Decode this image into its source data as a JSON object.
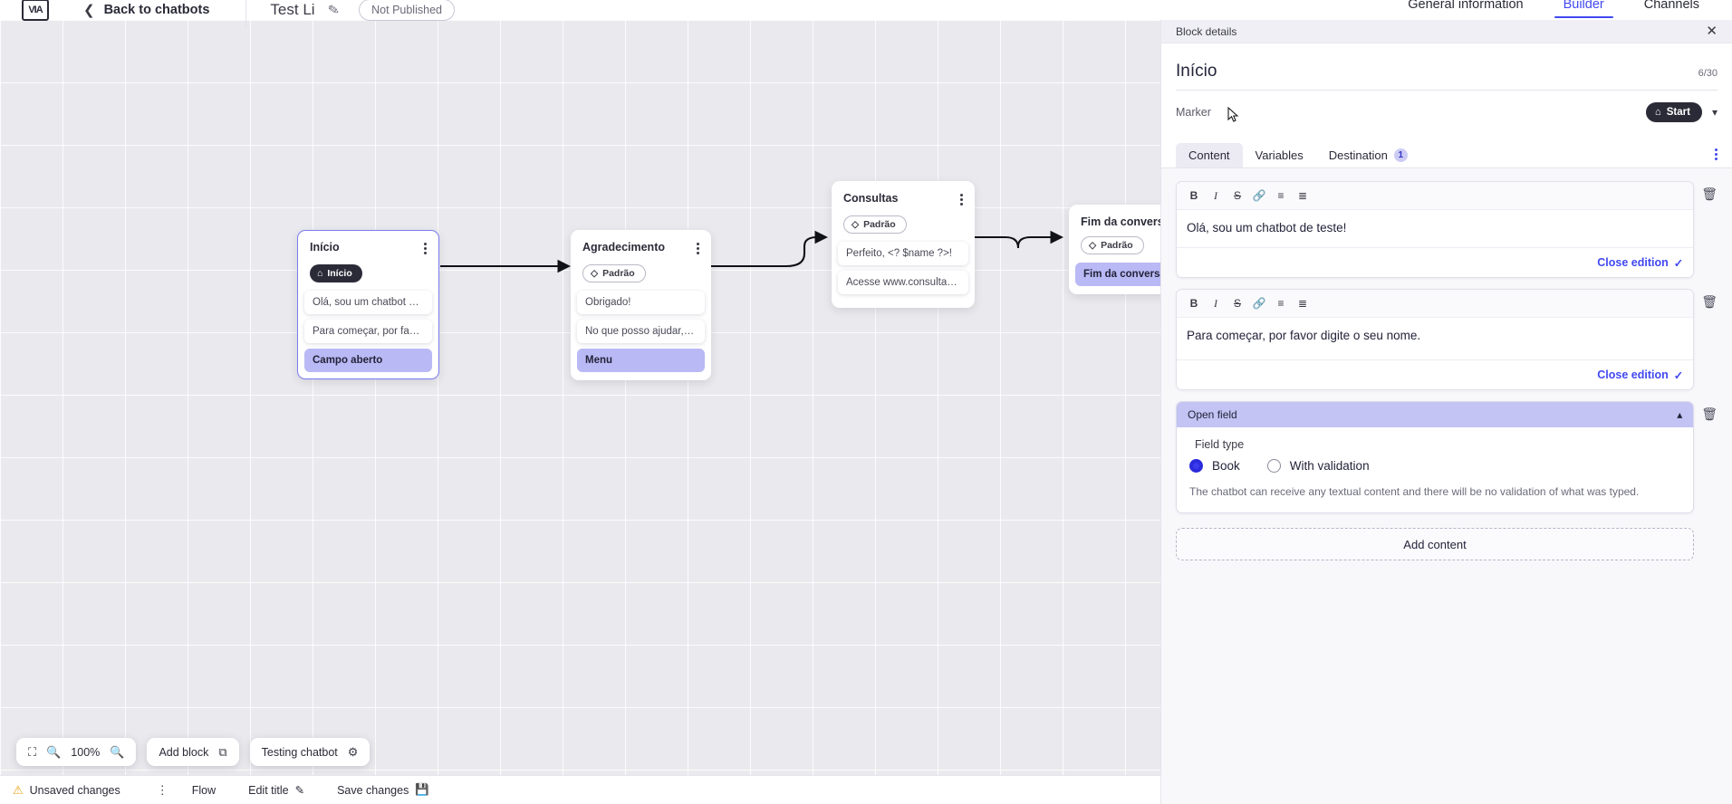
{
  "topbar": {
    "logo_alt": "app-logo",
    "back_label": "Back to chatbots",
    "bot_name": "Test Li",
    "publish_status": "Not Published",
    "tabs": [
      {
        "label": "General information",
        "active": false
      },
      {
        "label": "Builder",
        "active": true
      },
      {
        "label": "Channels",
        "active": false
      }
    ]
  },
  "canvas": {
    "nodes": [
      {
        "title": "Início",
        "badge": "Início",
        "badge_type": "start",
        "rows": [
          "Olá, sou um chatbot de teste!",
          "Para começar, por favor digite o ...",
          "Campo aberto"
        ],
        "highlight_row": "Campo aberto",
        "selected": true
      },
      {
        "title": "Agradecimento",
        "badge": "Padrão",
        "badge_type": "tag",
        "rows": [
          "Obrigado!",
          "No que posso ajudar, <? $name ...",
          "Menu"
        ],
        "highlight_row": "Menu",
        "selected": false
      },
      {
        "title": "Consultas",
        "badge": "Padrão",
        "badge_type": "tag",
        "rows": [
          "Perfeito, <? $name ?>!",
          "Acesse www.consultas.com par..."
        ],
        "highlight_row": "",
        "selected": false
      },
      {
        "title": "Fim da conversa",
        "badge": "Padrão",
        "badge_type": "tag",
        "rows": [
          "Fim da conversa"
        ],
        "highlight_row": "Fim da conversa",
        "selected": false
      }
    ]
  },
  "toolbar": {
    "fit_icon": "fit-screen-icon",
    "zoom_out_icon": "zoom-out-icon",
    "zoom_level": "100%",
    "zoom_in_icon": "zoom-in-icon",
    "add_block_label": "Add block",
    "add_block_icon": "add-block-icon",
    "testing_label": "Testing chatbot",
    "testing_icon": "flask-icon"
  },
  "statusbar": {
    "warning_icon": "warning-triangle-icon",
    "unsaved_label": "Unsaved changes",
    "kebab_icon": "more-options-icon",
    "flow_label": "Flow",
    "edit_title_label": "Edit title",
    "edit_icon": "pencil-icon",
    "save_label": "Save changes",
    "save_icon": "save-icon"
  },
  "panel": {
    "header_title": "Block details",
    "close_icon": "close-icon",
    "block_title": "Início",
    "char_count": "6/30",
    "marker_label": "Marker",
    "marker_value": "Start",
    "marker_icon": "home-icon",
    "marker_chevron": "chevron-down-icon",
    "tabs": [
      {
        "label": "Content",
        "active": true,
        "badge": ""
      },
      {
        "label": "Variables",
        "active": false,
        "badge": ""
      },
      {
        "label": "Destination",
        "active": false,
        "badge": "1"
      }
    ],
    "tabs_kebab_icon": "more-options-icon",
    "editor_toolbar": [
      {
        "icon": "bold-icon",
        "glyph": "B",
        "cls": "b"
      },
      {
        "icon": "italic-icon",
        "glyph": "I",
        "cls": "i"
      },
      {
        "icon": "strikethrough-icon",
        "glyph": "S",
        "cls": "s"
      },
      {
        "icon": "link-icon",
        "glyph": "🔗",
        "cls": "l"
      },
      {
        "icon": "bullet-list-icon",
        "glyph": "☰",
        "cls": "ul"
      },
      {
        "icon": "numbered-list-icon",
        "glyph": "≡",
        "cls": "ol"
      }
    ],
    "editors": [
      {
        "text": "Olá, sou um chatbot de teste!",
        "close_label": "Close edition",
        "delete_icon": "trash-icon"
      },
      {
        "text": "Para começar, por favor digite o seu nome.",
        "close_label": "Close edition",
        "delete_icon": "trash-icon"
      }
    ],
    "open_field": {
      "title": "Open field",
      "collapse_icon": "chevron-up-icon",
      "delete_icon": "trash-icon",
      "field_type_label": "Field type",
      "options": [
        {
          "label": "Book",
          "selected": true
        },
        {
          "label": "With validation",
          "selected": false
        }
      ],
      "description": "The chatbot can receive any textual content and there will be no validation of what was typed."
    },
    "add_content_label": "Add content"
  },
  "colors": {
    "accent": "#4248f0",
    "dark": "#2b2b38",
    "highlight": "#b9b9f5",
    "panel_bg": "#f8f8fb",
    "canvas_bg": "#eaeaee"
  }
}
